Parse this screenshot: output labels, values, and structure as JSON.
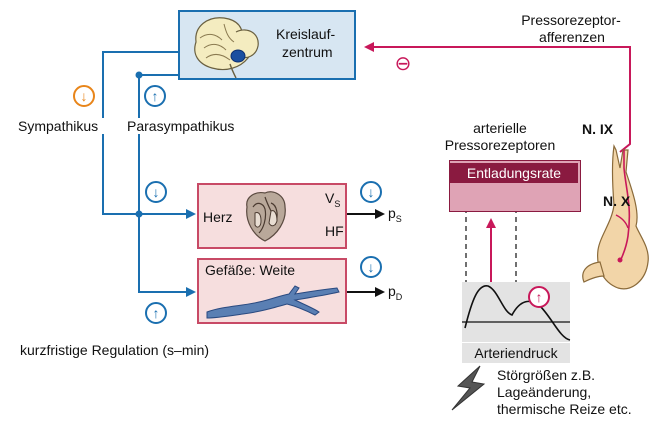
{
  "colors": {
    "blue": "#1a6fb0",
    "magenta": "#c8185a",
    "orange": "#e8851a",
    "center_fill": "#d7e6f2",
    "organ_fill": "#f6dede",
    "organ_border": "#c84a66",
    "entladung_fill": "#dfa3b5",
    "curve_bg": "#e3e3e3",
    "vessel": "#5a7fb3"
  },
  "center": {
    "label_line1": "Kreislauf-",
    "label_line2": "zentrum"
  },
  "afferent": {
    "line1": "Pressorezeptor-",
    "line2": "afferenzen",
    "sign": "⊖"
  },
  "efferent": {
    "sympathikus": "Sympathikus",
    "parasympathikus": "Parasympathikus",
    "symp_sign": "↓",
    "para_sign": "↑"
  },
  "herz": {
    "label": "Herz",
    "vs_main": "V",
    "vs_sub": "S",
    "hf": "HF",
    "out_main": "p",
    "out_sub": "S",
    "sign_symp": "↓"
  },
  "gefaesse": {
    "label": "Gefäße: Weite",
    "out_main": "p",
    "out_sub": "D",
    "sign_top": "↓",
    "sign_bottom": "↑"
  },
  "footer_label": "kurzfristige Regulation (s–min)",
  "receptors": {
    "title_line1": "arterielle",
    "title_line2": "Pressorezeptoren",
    "rate_label": "Entladungsrate",
    "pressure_label": "Arteriendruck",
    "pressure_sign": "↑",
    "nerve_ix": "N. IX",
    "nerve_x": "N. X"
  },
  "disturbance": {
    "line1": "Störgrößen z.B.",
    "line2": "Lageänderung,",
    "line3": "thermische Reize etc."
  }
}
